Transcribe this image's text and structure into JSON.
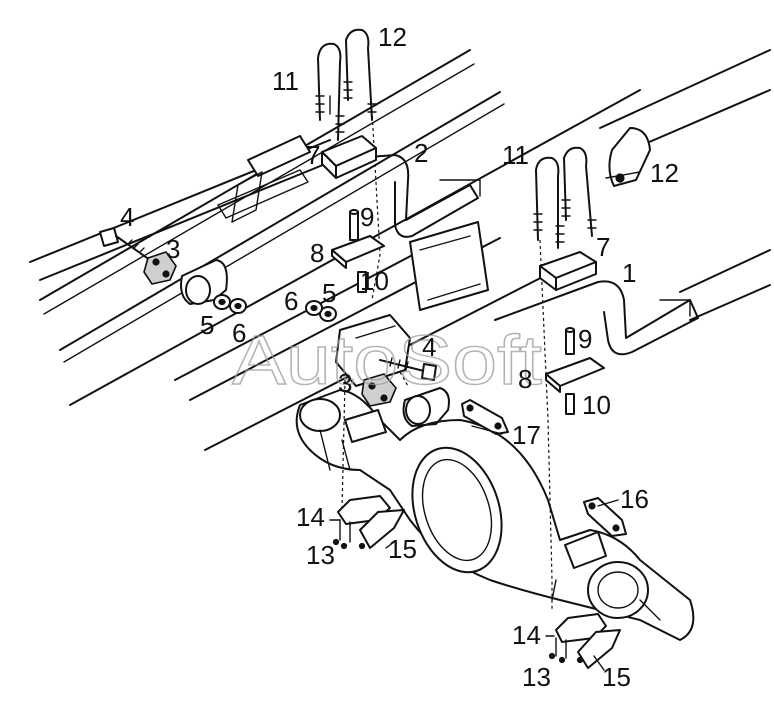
{
  "watermark": "AutoSoft",
  "callouts": {
    "c1": "1",
    "c2": "2",
    "c3a": "3",
    "c3b": "3",
    "c4a": "4",
    "c4b": "4",
    "c5a": "5",
    "c5b": "5",
    "c6a": "6",
    "c6b": "6",
    "c7a": "7",
    "c7b": "7",
    "c8a": "8",
    "c8b": "8",
    "c9a": "9",
    "c9b": "9",
    "c10a": "10",
    "c10b": "10",
    "c11a": "11",
    "c11b": "11",
    "c12a": "12",
    "c12b": "12",
    "c13a": "13",
    "c13b": "13",
    "c14a": "14",
    "c14b": "14",
    "c15a": "15",
    "c15b": "15",
    "c16": "16",
    "c17": "17"
  }
}
